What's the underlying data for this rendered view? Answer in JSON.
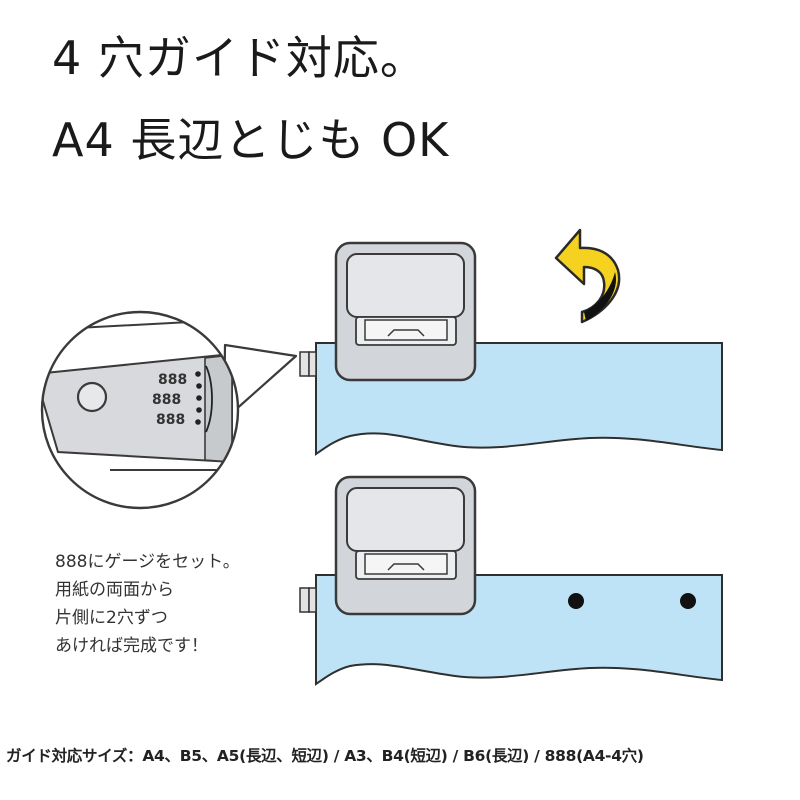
{
  "headline": {
    "line1": "4 穴ガイド対応。",
    "line2": "A4 長辺とじも OK"
  },
  "gauge_label": "888",
  "caption": {
    "lines": [
      "888にゲージをセット。",
      "用紙の両面から",
      "片側に2穴ずつ",
      "あければ完成です！"
    ]
  },
  "footer": "ガイド対応サイズ：A4、B5、A5(長辺、短辺) / A3、B4(短辺) / B6(長辺) / 888(A4-4穴)",
  "colors": {
    "paper": "#bfe3f6",
    "punch_body": "#d2d5da",
    "punch_outline": "#3a3a3a",
    "arrow": "#f5d21f",
    "hole": "#111111"
  },
  "icons": {
    "flip_arrow": "flip-arrow-icon",
    "punch": "hole-punch-icon"
  }
}
